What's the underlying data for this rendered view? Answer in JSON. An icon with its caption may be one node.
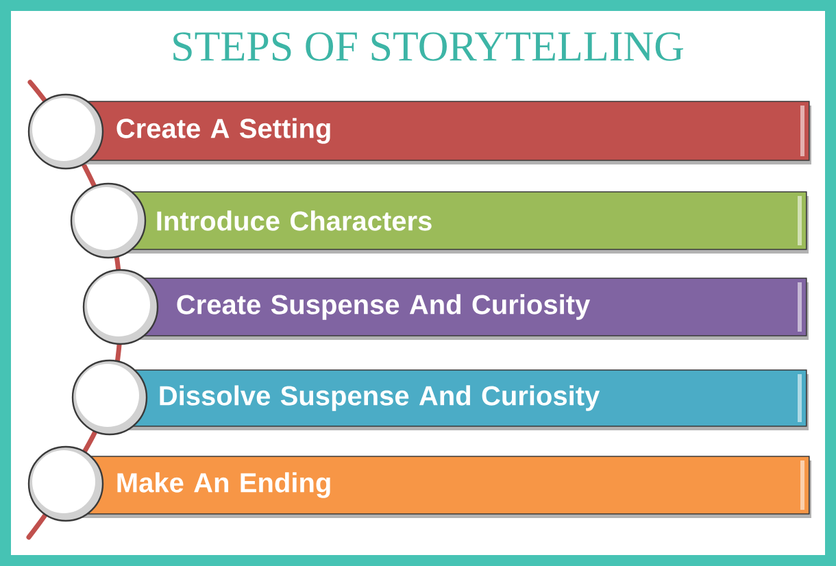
{
  "diagram": {
    "title": "STEPS OF STORYTELLING",
    "nodes": [
      {
        "text": [
          "Create A Setting"
        ]
      },
      {
        "text": [
          "Introduce Characters"
        ]
      },
      {
        "text": [
          "Create Suspense And Curiosity"
        ]
      },
      {
        "text": [
          "Dissolve Suspense And Curiosity"
        ]
      },
      {
        "text": [
          "Make An Ending"
        ]
      }
    ]
  }
}
